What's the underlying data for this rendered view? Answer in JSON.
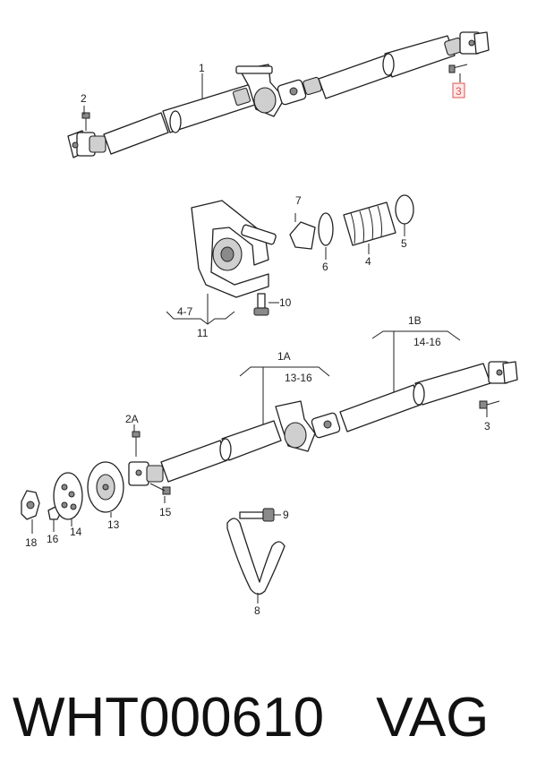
{
  "diagram": {
    "labels": {
      "part_1": "1",
      "part_2": "2",
      "part_3_top": "3",
      "part_7": "7",
      "part_6": "6",
      "part_4": "4",
      "part_5": "5",
      "part_10": "10",
      "group_4_7": "4-7",
      "part_11": "11",
      "group_1b": "1B",
      "range_14_16": "14-16",
      "group_1a": "1A",
      "range_13_16": "13-16",
      "part_2a": "2A",
      "part_3_bottom": "3",
      "part_18": "18",
      "part_16": "16",
      "part_14": "14",
      "part_13": "13",
      "part_15": "15",
      "part_9": "9",
      "part_8": "8"
    },
    "highlight_color": "#e05050"
  },
  "footer": {
    "part_number": "WHT000610",
    "brand": "VAG"
  }
}
